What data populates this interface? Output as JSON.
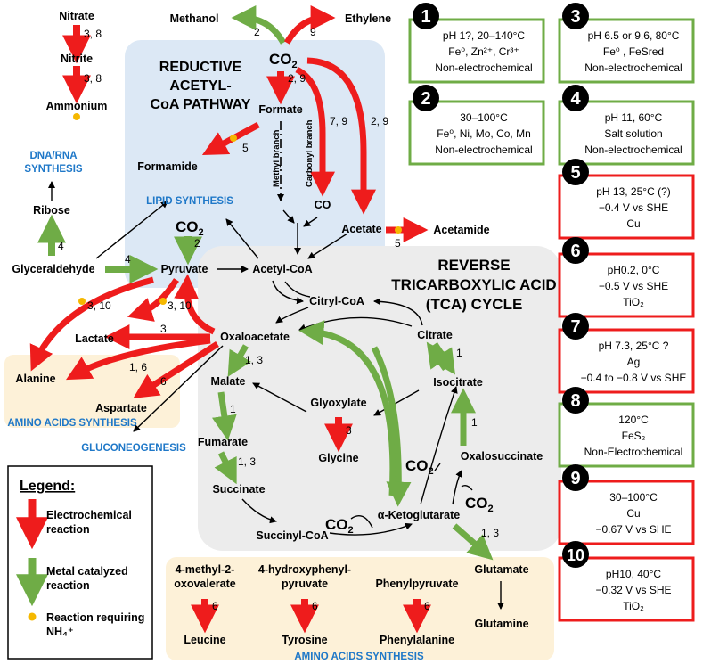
{
  "pathways": {
    "acetyl_coa": "REDUCTIVE ACETYL-CoA PATHWAY",
    "acetyl_coa_lines": [
      "REDUCTIVE",
      "ACETYL-",
      "CoA PATHWAY"
    ],
    "tca_lines": [
      "REVERSE",
      "TRICARBOXYLIC ACID",
      "(TCA) CYCLE"
    ]
  },
  "sections": {
    "dna_rna": [
      "DNA/RNA",
      "SYNTHESIS"
    ],
    "lipid": "LIPID SYNTHESIS",
    "amino_acids_left": "AMINO ACIDS SYNTHESIS",
    "gluconeogenesis": "GLUCONEOGENESIS",
    "amino_acids_bottom": "AMINO ACIDS SYNTHESIS"
  },
  "compounds": {
    "nitrate": "Nitrate",
    "nitrite": "Nitrite",
    "ammonium": "Ammonium",
    "methanol": "Methanol",
    "ethylene": "Ethylene",
    "co2_top": "CO",
    "formate": "Formate",
    "formamide": "Formamide",
    "methyl_branch": "Methyl branch",
    "carbonyl_branch": "Carbonyl branch",
    "co": "CO",
    "acetate": "Acetate",
    "acetamide": "Acetamide",
    "ribose": "Ribose",
    "glyceraldehyde": "Glyceraldehyde",
    "co2_pyr": "CO",
    "pyruvate": "Pyruvate",
    "acetyl_coa": "Acetyl-CoA",
    "citryl_coa": "Citryl-CoA",
    "oxaloacetate": "Oxaloacetate",
    "citrate": "Citrate",
    "lactate": "Lactate",
    "alanine": "Alanine",
    "aspartate": "Aspartate",
    "malate": "Malate",
    "glyoxylate": "Glyoxylate",
    "glycine": "Glycine",
    "isocitrate": "Isocitrate",
    "fumarate": "Fumarate",
    "oxalosuccinate": "Oxalosuccinate",
    "co2_a": "CO",
    "co2_b": "CO",
    "co2_c": "CO",
    "succinate": "Succinate",
    "succinyl_coa": "Succinyl-CoA",
    "akg": "α-Ketoglutarate",
    "glutamate": "Glutamate",
    "glutamine": "Glutamine",
    "methyloxo_1": "4-methyl-2-",
    "methyloxo_2": "oxovalerate",
    "hydroxy_1": "4-hydroxyphenyl-",
    "hydroxy_2": "pyruvate",
    "phenylpyruvate": "Phenylpyruvate",
    "leucine": "Leucine",
    "tyrosine": "Tyrosine",
    "phenylalanine": "Phenylalanine",
    "subscript_2": "2"
  },
  "reaction_labels": {
    "r_nitrate": "3, 8",
    "r_nitrite": "3, 8",
    "r_methanol": "2",
    "r_ethylene": "9",
    "r_formate": "2, 9",
    "r_formamide": "5",
    "r_carbonyl": "7, 9",
    "r_acetate": "2, 9",
    "r_acetamide": "5",
    "r_ribose": "4",
    "r_glyc_pyr": "4",
    "r_co2_pyr": "2",
    "r_alanine": "3, 10",
    "r_lactate_a": "3, 10",
    "r_lactate_b": "3",
    "r_aspartate_a": "1, 6",
    "r_aspartate_b": "6",
    "r_malate": "1, 3",
    "r_fumarate": "1",
    "r_succinate": "1, 3",
    "r_glycine": "3",
    "r_citrate": "1",
    "r_oxalo": "1",
    "r_glutamate": "1, 3",
    "r_leucine": "6",
    "r_tyrosine": "6",
    "r_phenyl": "6"
  },
  "conditions": [
    {
      "n": "1",
      "type": "metal",
      "lines": [
        "pH 1?, 20–140°C",
        "Fe⁰, Zn²⁺, Cr³⁺",
        "Non-electrochemical"
      ]
    },
    {
      "n": "3",
      "type": "metal",
      "lines": [
        "pH 6.5 or 9.6, 80°C",
        "Fe⁰ , FeSred",
        "Non-electrochemical"
      ]
    },
    {
      "n": "2",
      "type": "metal",
      "lines": [
        "30–100°C",
        "Fe⁰, Ni, Mo, Co, Mn",
        "Non-electrochemical"
      ]
    },
    {
      "n": "4",
      "type": "metal",
      "lines": [
        "pH 11, 60°C",
        "Salt solution",
        "Non-electrochemical"
      ]
    },
    {
      "n": "5",
      "type": "electro",
      "lines": [
        "pH 13, 25°C (?)",
        "−0.4 V vs SHE",
        "Cu"
      ]
    },
    {
      "n": "6",
      "type": "electro",
      "lines": [
        "pH0.2, 0°C",
        "−0.5 V vs SHE",
        "TiO₂"
      ]
    },
    {
      "n": "7",
      "type": "electro",
      "lines": [
        "pH 7.3, 25°C ?",
        "Ag",
        "−0.4 to −0.8 V vs SHE"
      ]
    },
    {
      "n": "8",
      "type": "metal",
      "lines": [
        "120°C",
        "FeS₂",
        "Non-Electrochemical"
      ]
    },
    {
      "n": "9",
      "type": "electro",
      "lines": [
        "30–100°C",
        "Cu",
        "−0.67 V vs SHE"
      ]
    },
    {
      "n": "10",
      "type": "electro",
      "lines": [
        "pH10, 40°C",
        "−0.32 V vs SHE",
        "TiO₂"
      ]
    }
  ],
  "legend": {
    "title": "Legend:",
    "electrochemical": [
      "Electrochemical",
      "reaction"
    ],
    "metal": [
      "Metal catalyzed",
      "reaction"
    ],
    "nh4": [
      "Reaction requiring",
      "NH₄⁺"
    ]
  },
  "colors": {
    "electrochemical": "#ee1c1c",
    "metal": "#6fac46",
    "nh4_dot": "#f5b800",
    "acetyl_bg": "#dce8f5",
    "tca_bg": "#ececec",
    "amino_bg": "#fdf1d8",
    "section_text": "#1f78c8"
  }
}
